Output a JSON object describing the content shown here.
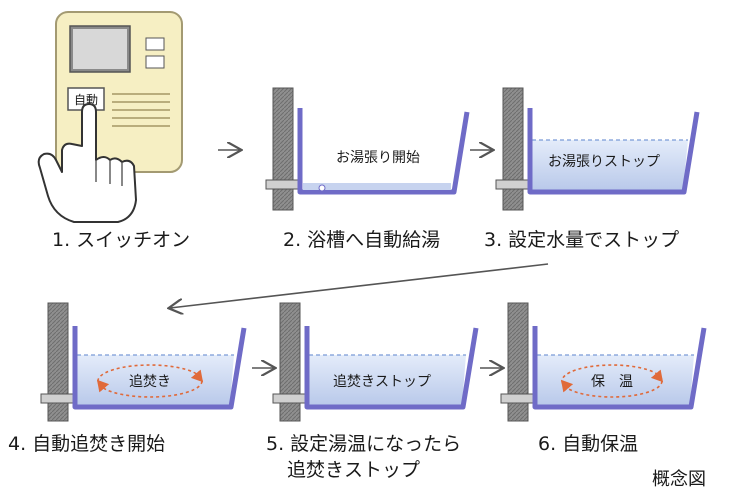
{
  "colors": {
    "panel_fill": "#f6efc3",
    "panel_stroke": "#a39a72",
    "wall_fill": "#8c8c8c",
    "tub_stroke": "#6f6bc7",
    "water_top": "#e4ecfa",
    "water_bottom": "#b9c9ea",
    "arrow": "#555555"
  },
  "icons": {
    "hand": "pointing-hand-icon",
    "arrow": "right-arrow-icon",
    "circulation": "circulation-arrow-icon"
  },
  "control_panel": {
    "button_label": "自動"
  },
  "steps": [
    {
      "caption": "1. スイッチオン"
    },
    {
      "caption": "2. 浴槽へ自動給湯",
      "tub_label": "お湯張り開始"
    },
    {
      "caption": "3. 設定水量でストップ",
      "tub_label": "お湯張りストップ"
    },
    {
      "caption": "4. 自動追焚き開始",
      "tub_label": "追焚き"
    },
    {
      "caption_line1": "5. 設定湯温になったら",
      "caption_line2": "追焚きストップ",
      "tub_label": "追焚きストップ"
    },
    {
      "caption": "6. 自動保温",
      "tub_label": "保　温"
    }
  ],
  "footer_label": "概念図"
}
